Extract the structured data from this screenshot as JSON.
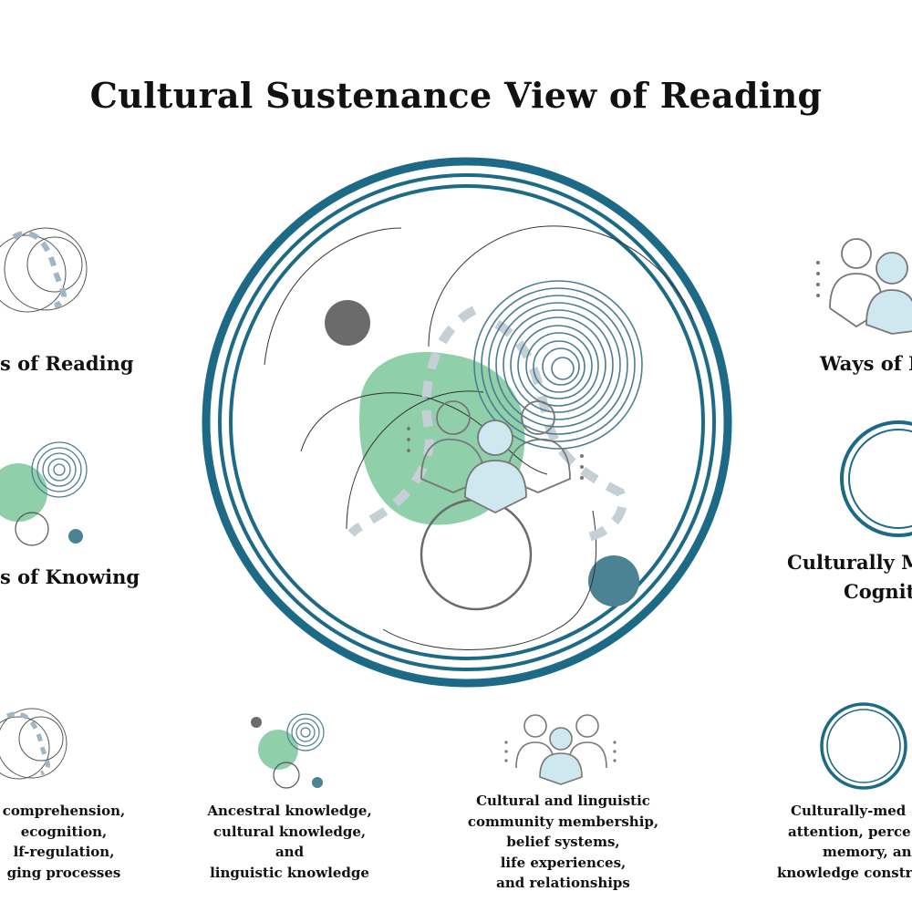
{
  "title": "Cultural Sustenance View of Reading",
  "side_labels": {
    "reading_left": "s of Reading",
    "knowing_left": "s of Knowing",
    "right_top": "Ways of I",
    "right_mid_line1": "Culturally M",
    "right_mid_line2": "Cognit"
  },
  "descriptions": {
    "col1": [
      "comprehension,",
      "ecognition,",
      "lf-regulation,",
      "ging processes"
    ],
    "col2": [
      "Ancestral knowledge,",
      "cultural knowledge,",
      "and",
      "linguistic knowledge"
    ],
    "col3": [
      "Cultural and linguistic",
      "community membership,",
      "belief systems,",
      "life experiences,",
      "and relationships"
    ],
    "col4": [
      "Culturally-med",
      "attention, perce",
      "memory, an",
      "knowledge constr"
    ]
  },
  "colors": {
    "teal": "#1d6a86",
    "green": "#8fcfaa",
    "light_blue": "#cfe8f0",
    "gray": "#6b6b6b",
    "dashed": "#c4cfd6"
  },
  "icons": {
    "reading": "concentric-arcs-icon",
    "knowing": "circles-swirl-icon",
    "ways": "group-of-people-icon",
    "cognition": "double-ring-icon"
  }
}
